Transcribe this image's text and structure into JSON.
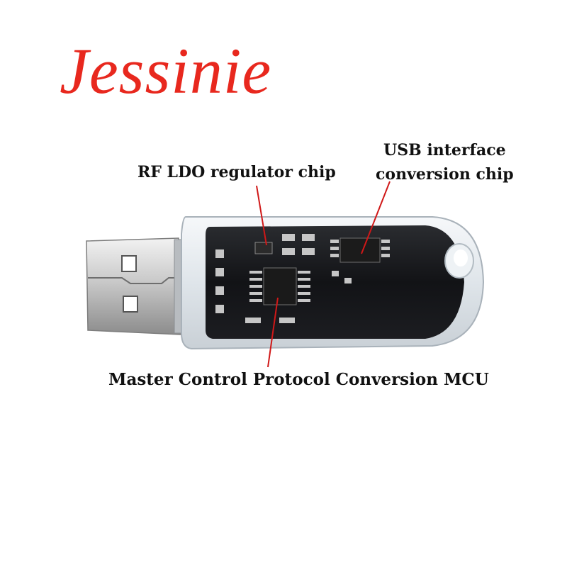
{
  "brand": {
    "text": "Jessinie",
    "color": "#e8281e"
  },
  "labels": {
    "rf_ldo": "RF LDO regulator chip",
    "usb_line1": "USB interface",
    "usb_line2": "conversion chip",
    "mcu": "Master Control Protocol Conversion MCU"
  },
  "colors": {
    "pointer": "#d01818",
    "pcb": "#111214",
    "shell": "#e7ecf0"
  }
}
